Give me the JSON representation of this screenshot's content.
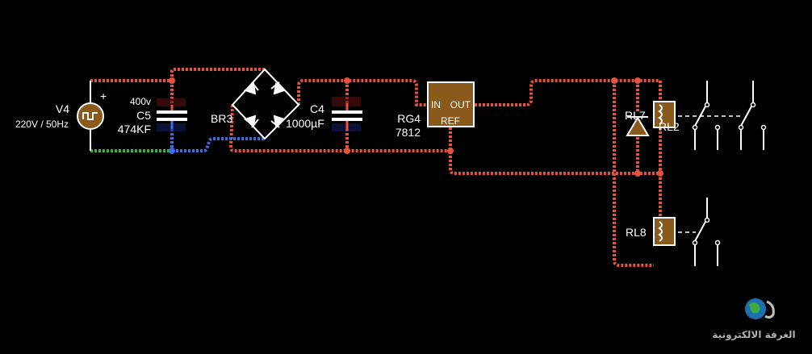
{
  "source": {
    "ref": "V4",
    "value": "220V / 50Hz",
    "polarity": "+"
  },
  "capacitor_c5": {
    "voltage": "400v",
    "ref": "C5",
    "value": "474KF"
  },
  "bridge": {
    "ref": "BR3"
  },
  "capacitor_c4": {
    "ref": "C4",
    "value": "1000µF"
  },
  "regulator": {
    "ref": "RG4",
    "value": "7812",
    "pin_in": "IN",
    "pin_out": "OUT",
    "pin_ref": "REF"
  },
  "relays": [
    {
      "ref": "RL7"
    },
    {
      "ref": "RL2"
    },
    {
      "ref": "RL8"
    }
  ],
  "logo": {
    "text": "الغرفة الالكترونية"
  },
  "colors": {
    "background": "#000000",
    "wire_positive": "#e5523d",
    "wire_negative": "#3b6fe0",
    "wire_ground": "#2fb83b",
    "component_fill": "#8a5a1c",
    "wire_neutral": "#ffffff"
  }
}
